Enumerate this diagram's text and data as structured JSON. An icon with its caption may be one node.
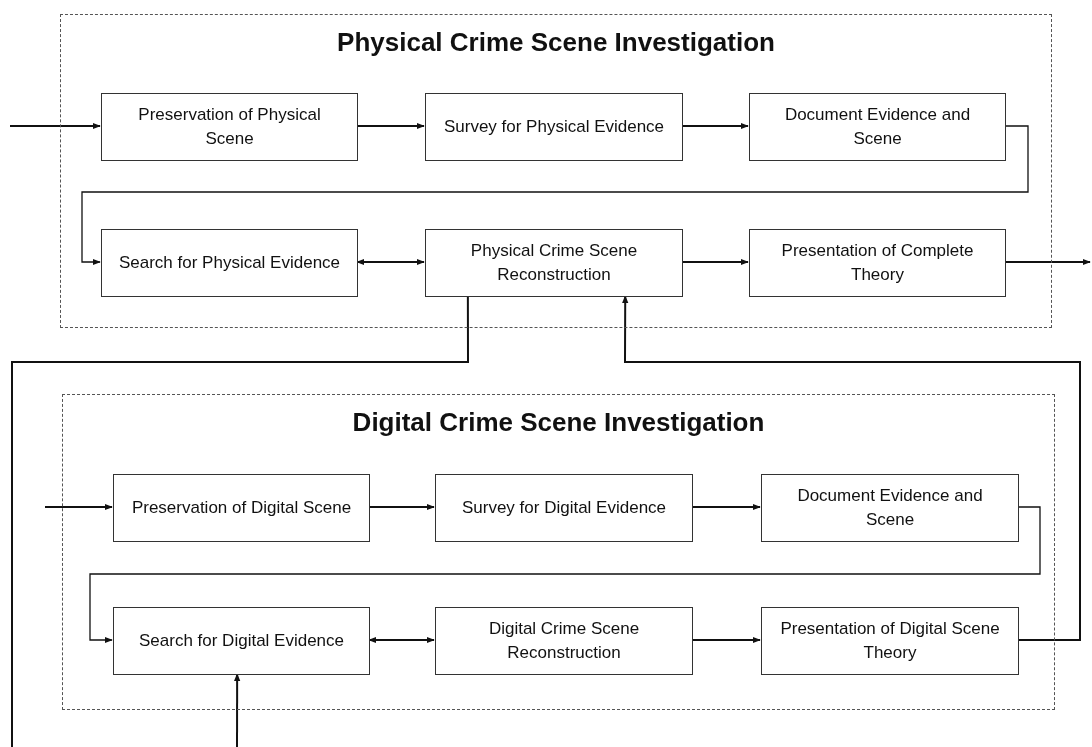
{
  "diagram": {
    "nodes": [
      {
        "text": [
          "Physical Crime Scene Investigation"
        ]
      },
      {
        "text": [
          "Preservation of Physical Scene"
        ],
        "in": 0
      },
      {
        "text": [
          "Survey for Physical Evidence"
        ],
        "in": 0
      },
      {
        "text": [
          "Document Evidence and Scene"
        ],
        "in": 0
      },
      {
        "text": [
          "Search for Physical Evidence"
        ],
        "in": 0
      },
      {
        "text": [
          "Physical Crime Scene Reconstruction"
        ],
        "in": 0
      },
      {
        "text": [
          "Presentation of Complete Theory"
        ],
        "in": 0
      },
      {
        "text": [
          "Digital Crime Scene Investigation"
        ]
      },
      {
        "text": [
          "Preservation of Digital Scene"
        ],
        "in": 7
      },
      {
        "text": [
          "Survey for Digital Evidence"
        ],
        "in": 7
      },
      {
        "text": [
          "Document Evidence and Scene"
        ],
        "in": 7
      },
      {
        "text": [
          "Search for Digital Evidence"
        ],
        "in": 7
      },
      {
        "text": [
          "Digital Crime Scene Reconstruction"
        ],
        "in": 7
      },
      {
        "text": [
          "Presentation of Digital Scene Theory"
        ],
        "in": 7
      }
    ],
    "edges": [
      {
        "from": null,
        "to": 1,
        "arrow": "to"
      },
      {
        "from": 1,
        "to": 2,
        "arrow": "to"
      },
      {
        "from": 2,
        "to": 3,
        "arrow": "to"
      },
      {
        "from": 3,
        "to": 4,
        "arrow": "to"
      },
      {
        "from": 4,
        "to": 5,
        "arrow": "both"
      },
      {
        "from": 5,
        "to": 6,
        "arrow": "to"
      },
      {
        "from": 6,
        "to": null,
        "arrow": "to"
      },
      {
        "from": 5,
        "to": null,
        "arrow": "none"
      },
      {
        "from": null,
        "to": 11,
        "arrow": "to"
      },
      {
        "from": 13,
        "to": 5,
        "arrow": "to"
      },
      {
        "from": null,
        "to": 8,
        "arrow": "to"
      },
      {
        "from": 8,
        "to": 9,
        "arrow": "to"
      },
      {
        "from": 9,
        "to": 10,
        "arrow": "to"
      },
      {
        "from": 10,
        "to": 11,
        "arrow": "to"
      },
      {
        "from": 11,
        "to": 12,
        "arrow": "both"
      },
      {
        "from": 12,
        "to": 13,
        "arrow": "to"
      }
    ]
  }
}
